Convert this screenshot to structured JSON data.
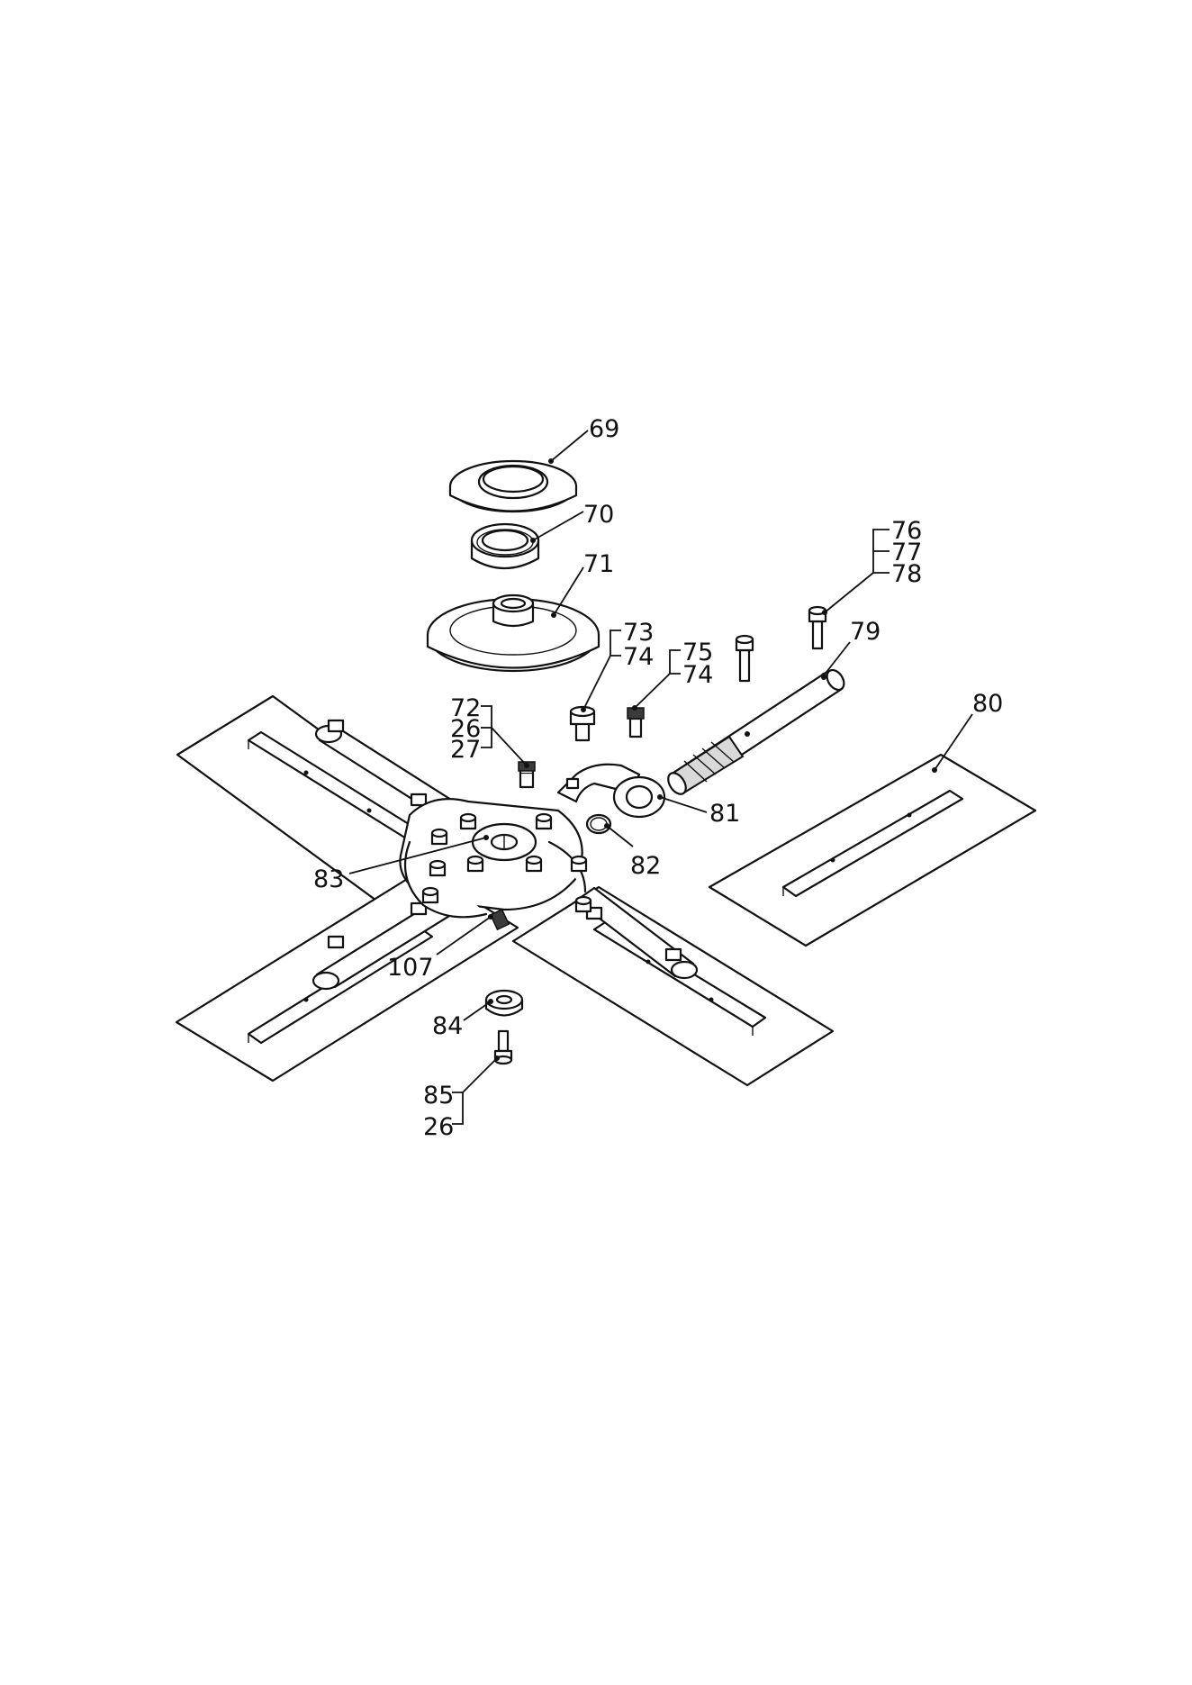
{
  "callouts": {
    "c69": "69",
    "c70": "70",
    "c71": "71",
    "c72": "72",
    "c26a": "26",
    "c27": "27",
    "c73": "73",
    "c74a": "74",
    "c75": "75",
    "c74b": "74",
    "c76": "76",
    "c77": "77",
    "c78": "78",
    "c79": "79",
    "c80": "80",
    "c81": "81",
    "c82": "82",
    "c83": "83",
    "c107": "107",
    "c84": "84",
    "c85": "85",
    "c26b": "26"
  }
}
